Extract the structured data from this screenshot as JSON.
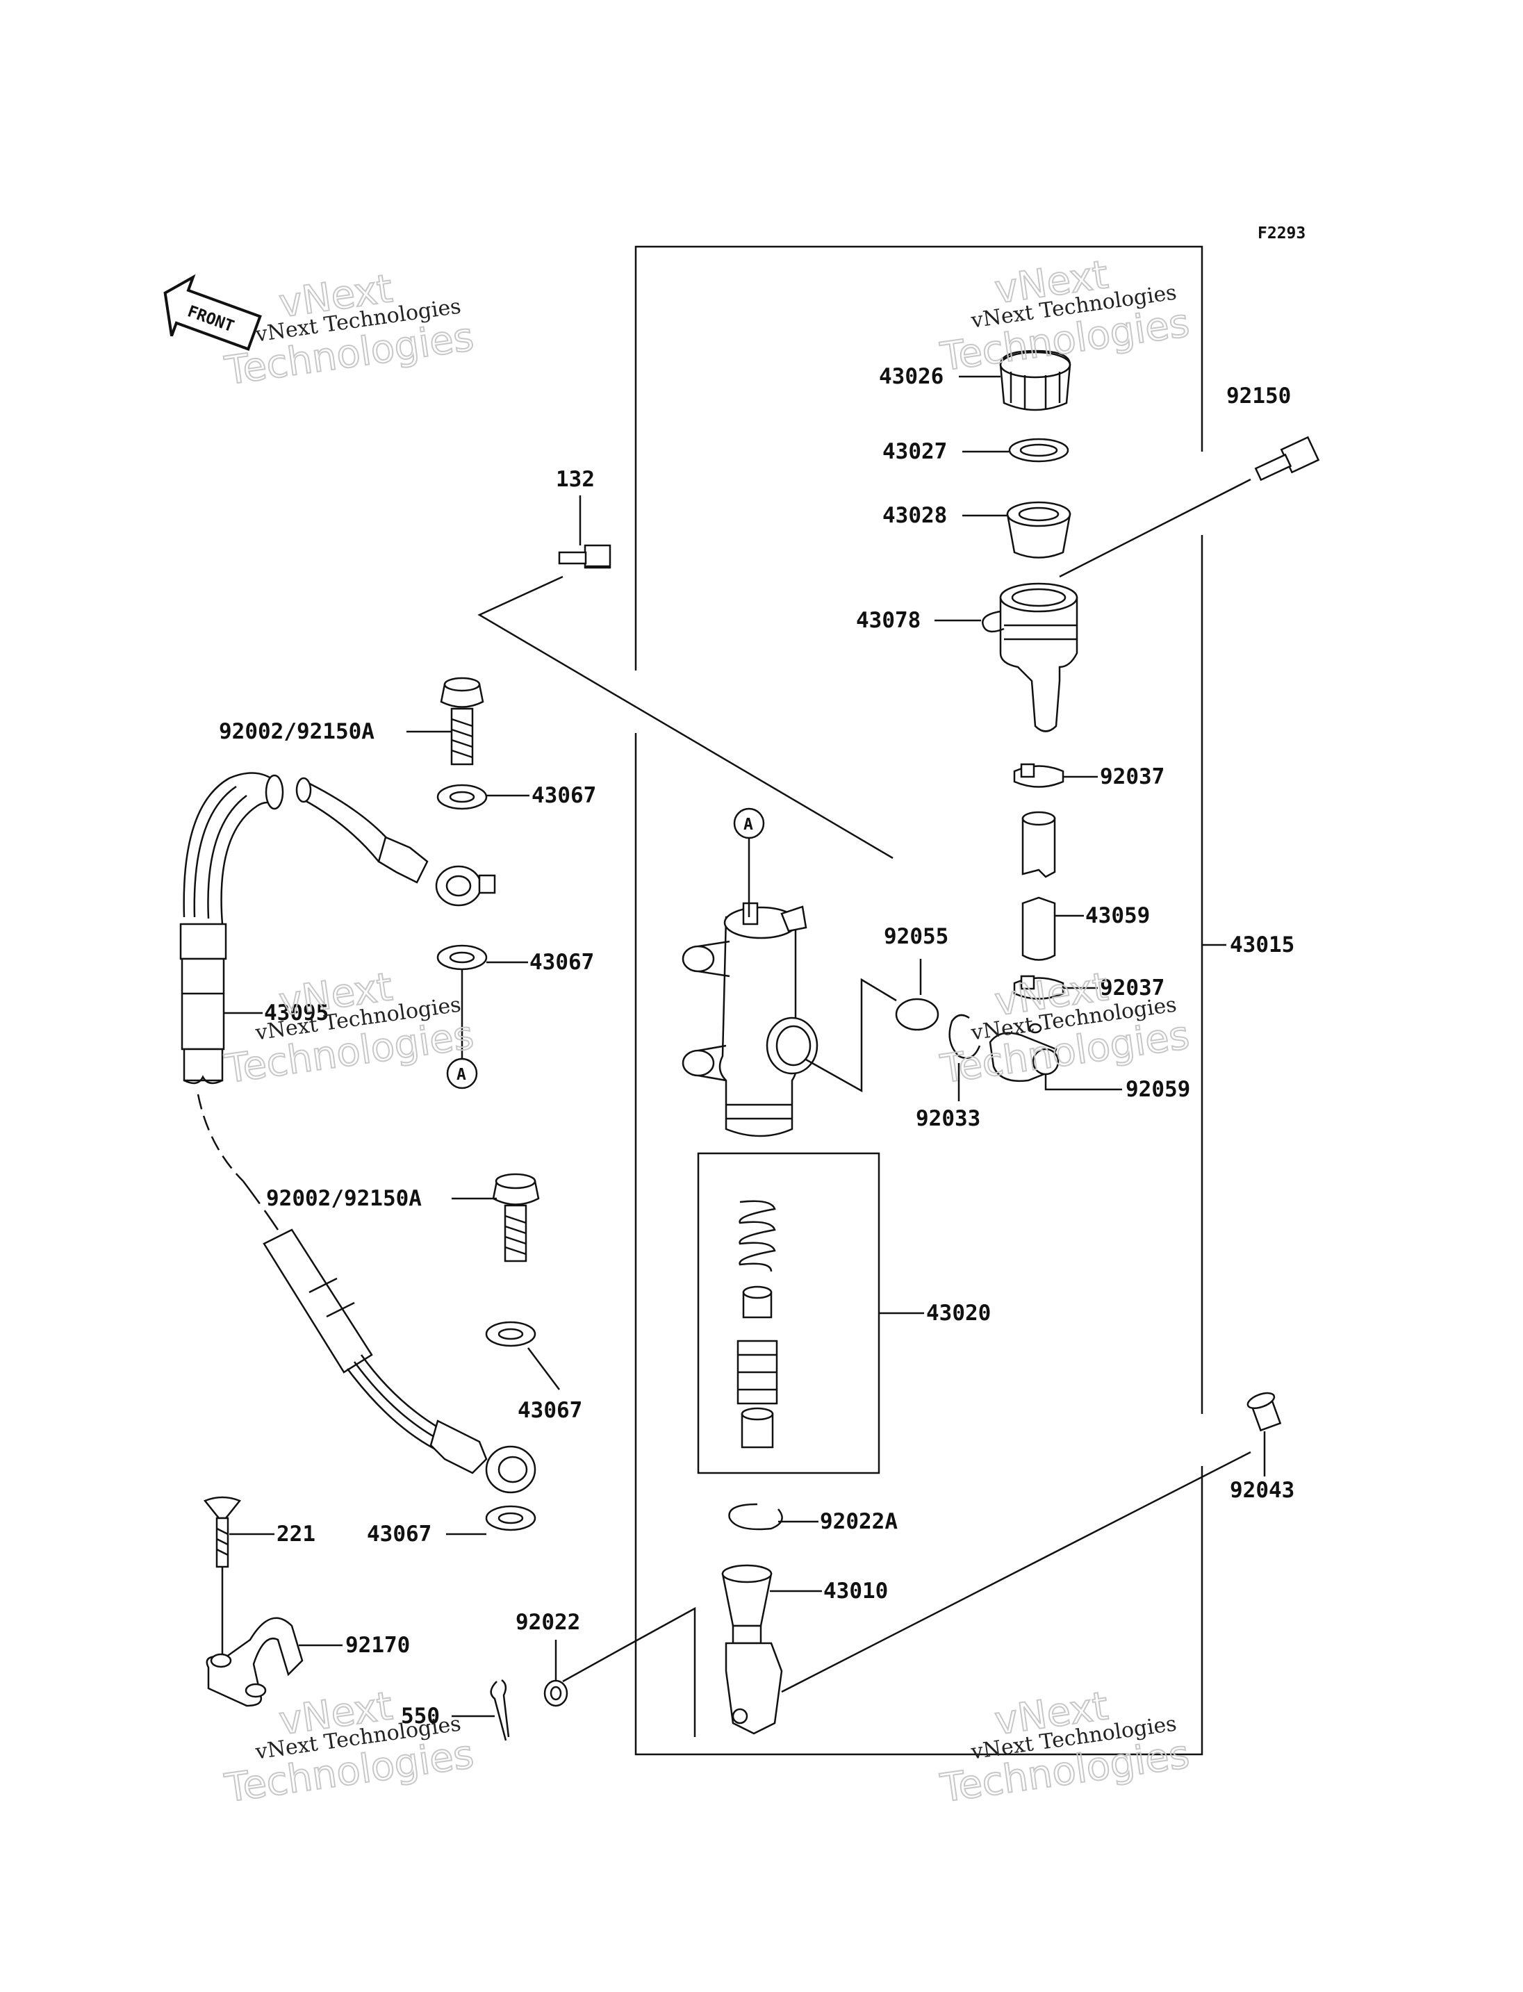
{
  "diagram": {
    "figure_code": "F2293",
    "front_label": "FRONT",
    "callout_marker": "A",
    "watermark": {
      "line1": "vNext Technologies",
      "line2": "vNext",
      "line3": "Technologies"
    },
    "labels": {
      "p43026": "43026",
      "p43027": "43027",
      "p43028": "43028",
      "p43078": "43078",
      "p92150": "92150",
      "p132": "132",
      "p92002a": "92002/92150A",
      "p43067a": "43067",
      "p43067b": "43067",
      "p43095": "43095",
      "p92037a": "92037",
      "p43059": "43059",
      "p92037b": "92037",
      "p43015": "43015",
      "p92055": "92055",
      "p92033": "92033",
      "p92059": "92059",
      "p92002b": "92002/92150A",
      "p43020": "43020",
      "p43067c": "43067",
      "p43067d": "43067",
      "p92043": "92043",
      "p92022a": "92022A",
      "p43010": "43010",
      "p221": "221",
      "p92170": "92170",
      "p92022": "92022",
      "p550": "550"
    }
  }
}
